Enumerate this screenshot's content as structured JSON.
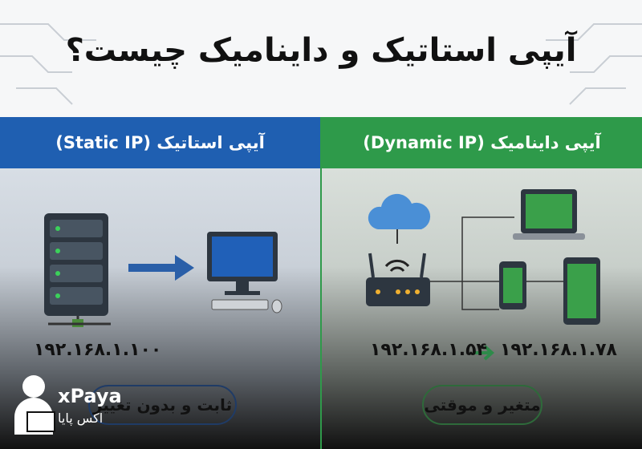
{
  "title": "آیپی استاتیک و داینامیک چیست؟",
  "static": {
    "header": "آیپی استاتیک (Static IP)",
    "ip": "۱۹۲.۱۶۸.۱.۱۰۰",
    "label": "ثابت و بدون تغییر",
    "color": "#1f5fb1"
  },
  "dynamic": {
    "header": "آیپی داینامیک (Dynamic IP)",
    "ip_from": "۱۹۲.۱۶۸.۱.۵۴",
    "ip_to": "۱۹۲.۱۶۸.۱.۷۸",
    "label": "متغیر و موقتی",
    "color": "#2e9a4a"
  },
  "logo": {
    "name": "xPaya",
    "name_fa": "اکس پایا"
  }
}
